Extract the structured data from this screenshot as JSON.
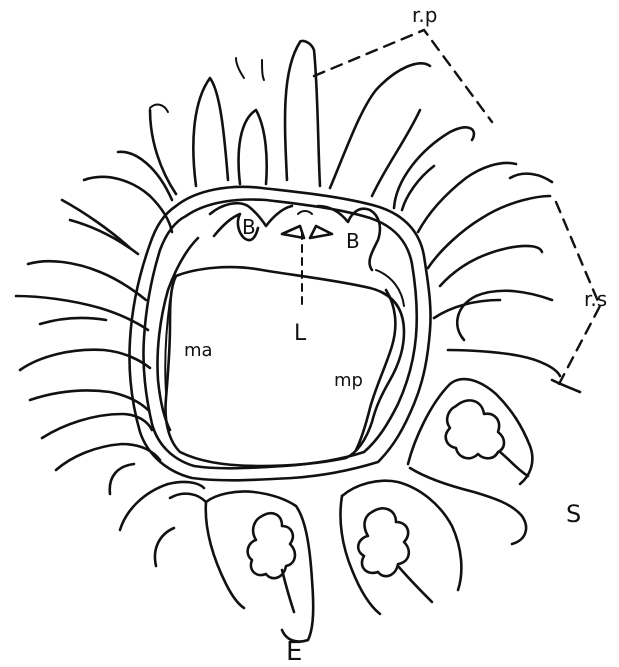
{
  "labels": {
    "rp": "r.p",
    "rs": "r.s",
    "b_left": "B",
    "b_right": "B",
    "l": "L",
    "ma": "ma",
    "mp": "mp",
    "s": "S",
    "e": "E"
  }
}
